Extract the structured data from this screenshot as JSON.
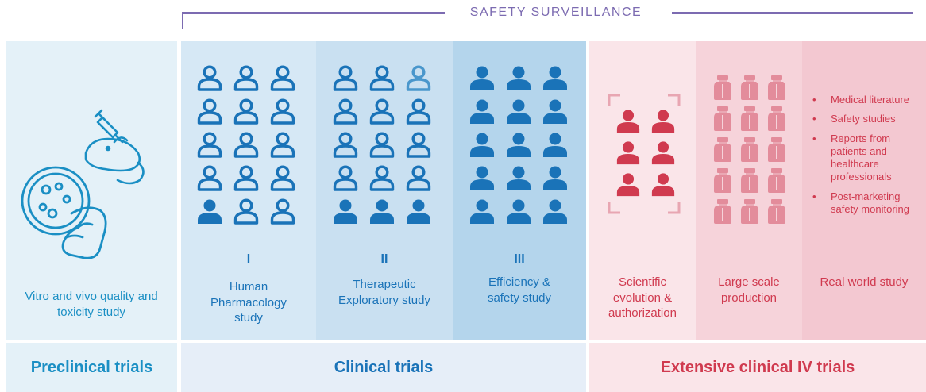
{
  "colors": {
    "blue": "#1a73b8",
    "red": "#d03a4f",
    "purple": "#7c6bb1"
  },
  "safety_label": "SAFETY SURVEILLANCE",
  "preclinical": {
    "description": "Vitro and vivo quality and toxicity study",
    "footer": "Preclinical trials",
    "icons": [
      "mouse-syringe-icon",
      "petri-dish-icon"
    ]
  },
  "clinical": {
    "footer": "Clinical trials",
    "phases": [
      {
        "numeral": "I",
        "label": "Human Pharmacology study",
        "icon": "people-icon"
      },
      {
        "numeral": "II",
        "label": "Therapeutic Exploratory study",
        "icon": "people-icon"
      },
      {
        "numeral": "III",
        "label": "Efficiency & safety study",
        "icon": "people-icon"
      }
    ]
  },
  "extensive": {
    "footer": "Extensive clinical IV trials",
    "columns": [
      {
        "label": "Scientific evolution & authorization",
        "icon": "focus-people-icon"
      },
      {
        "label": "Large scale production",
        "icon": "vial-icon"
      },
      {
        "label": "Real world study",
        "bullets": [
          "Medical literature",
          "Safety studies",
          "Reports from patients and healthcare professionals",
          "Post-marketing safety monitoring"
        ]
      }
    ]
  }
}
